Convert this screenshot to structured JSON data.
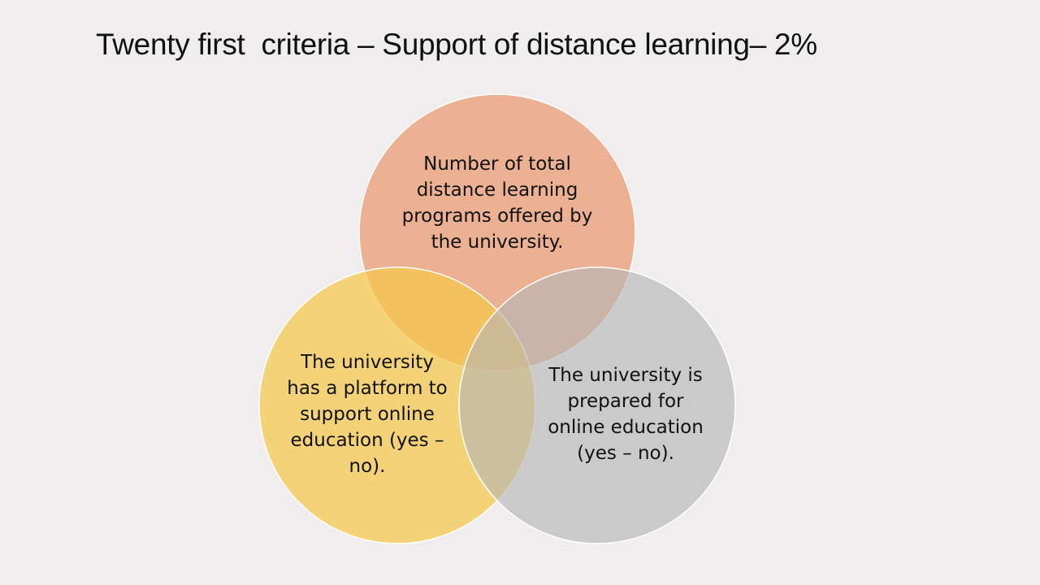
{
  "slide": {
    "title": "Twenty first  criteria – Support of distance learning– 2%"
  },
  "diagram": {
    "type": "venn",
    "circles": [
      {
        "id": "top",
        "text": "Number of total\ndistance learning\nprograms offered by\nthe university.",
        "color": "#eba47f"
      },
      {
        "id": "left",
        "text": "The university\nhas a platform to\nsupport online\neducation (yes –\nno).",
        "color": "#f5cc5a"
      },
      {
        "id": "right",
        "text": "The university is\nprepared for\nonline education\n(yes – no).",
        "color": "#bebebe"
      }
    ]
  }
}
